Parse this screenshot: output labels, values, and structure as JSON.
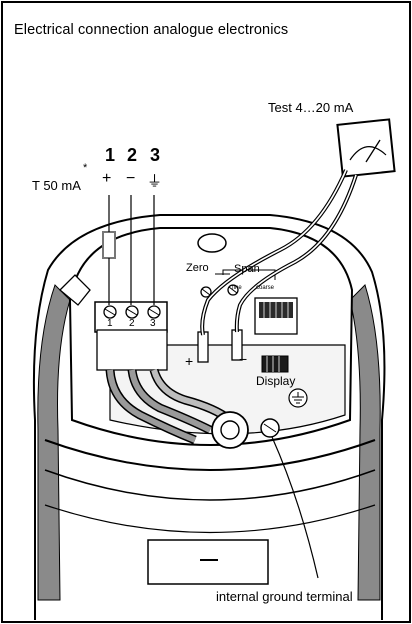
{
  "title": "Electrical connection analogue electronics",
  "test_label": "Test 4…20 mA",
  "fuse_label": "T 50 mA",
  "fuse_note_mark": "*",
  "terminals": [
    {
      "number": "1",
      "symbol": "+",
      "small": "1"
    },
    {
      "number": "2",
      "symbol": "−",
      "small": "2"
    },
    {
      "number": "3",
      "symbol": "⏚",
      "small": "3"
    }
  ],
  "zero_label": "Zero",
  "span_label": "Span",
  "fine_label": "fine",
  "coarse_label": "coarse",
  "display_label": "Display",
  "plus_label": "+",
  "minus_label": "−",
  "ground_label": "internal ground terminal"
}
